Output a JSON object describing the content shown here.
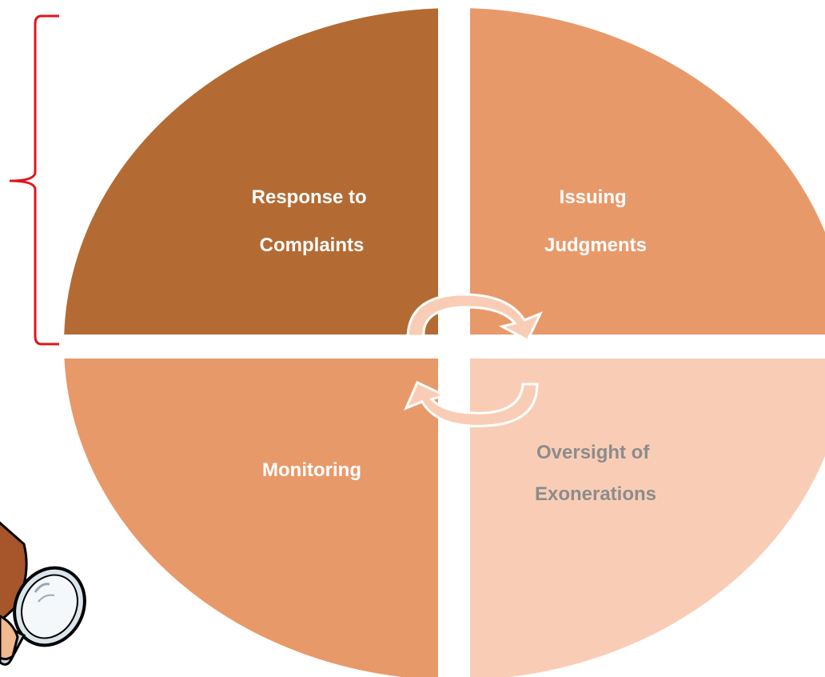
{
  "diagram": {
    "quadrants": [
      {
        "id": "top-left",
        "lines": [
          "Response to",
          "Complaints"
        ],
        "fill": "#b36b33",
        "text_color": "#ffffff"
      },
      {
        "id": "top-right",
        "lines": [
          "Issuing",
          "Judgments"
        ],
        "fill": "#e8996a",
        "text_color": "#ffffff"
      },
      {
        "id": "bottom-left",
        "lines": [
          "Monitoring"
        ],
        "fill": "#e8996a",
        "text_color": "#ffffff"
      },
      {
        "id": "bottom-right",
        "lines": [
          "Oversight of",
          "Exonerations"
        ],
        "fill": "#f9cdb5",
        "text_color": "#8c8c8c"
      }
    ],
    "bracket_color": "#e0161b",
    "cycle_arrow_color": "#f9cdb5",
    "illustration_icon": "detective-magnifying-glass-icon"
  }
}
